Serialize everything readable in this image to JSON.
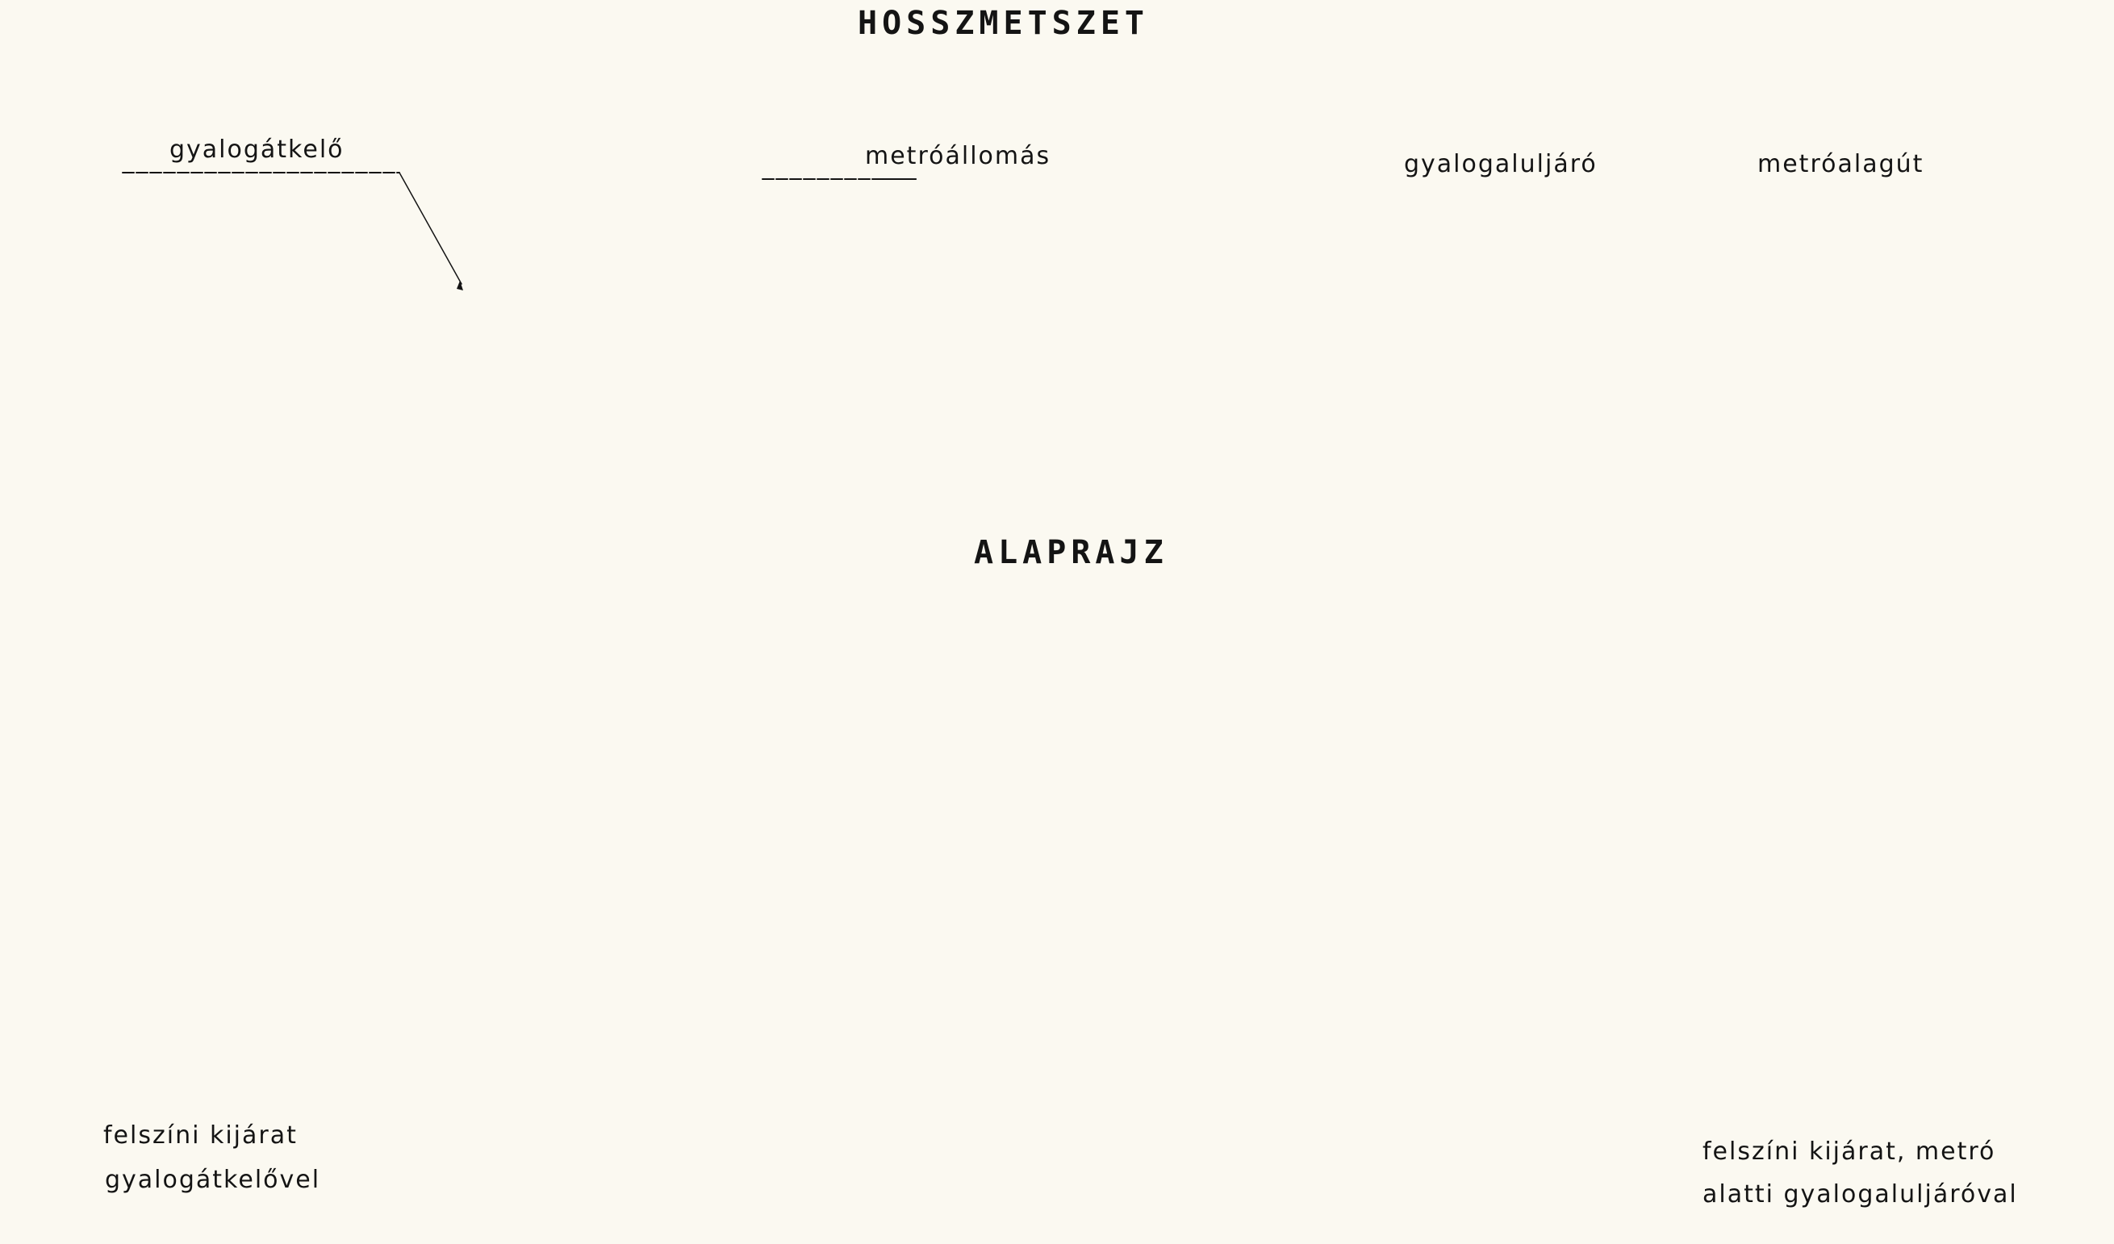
{
  "drawing": {
    "section_title": "HOSSZMETSZET",
    "plan_title": "ALAPRAJZ",
    "section_labels": {
      "pedestrian_crossing": "gyalogátkelő",
      "metro_station": "metróállomás",
      "pedestrian_underpass": "gyalogaluljáró",
      "metro_tunnel": "metróalagút"
    },
    "plan_labels": {
      "left_exit_line1": "felszíni kijárat",
      "left_exit_line2": "gyalogátkelővel",
      "right_exit_line1": "felszíni kijárat, metró",
      "right_exit_line2": "alatti gyalogaluljáróval"
    },
    "colors": {
      "paper": "#fbf9f1",
      "ink": "#141414"
    }
  }
}
